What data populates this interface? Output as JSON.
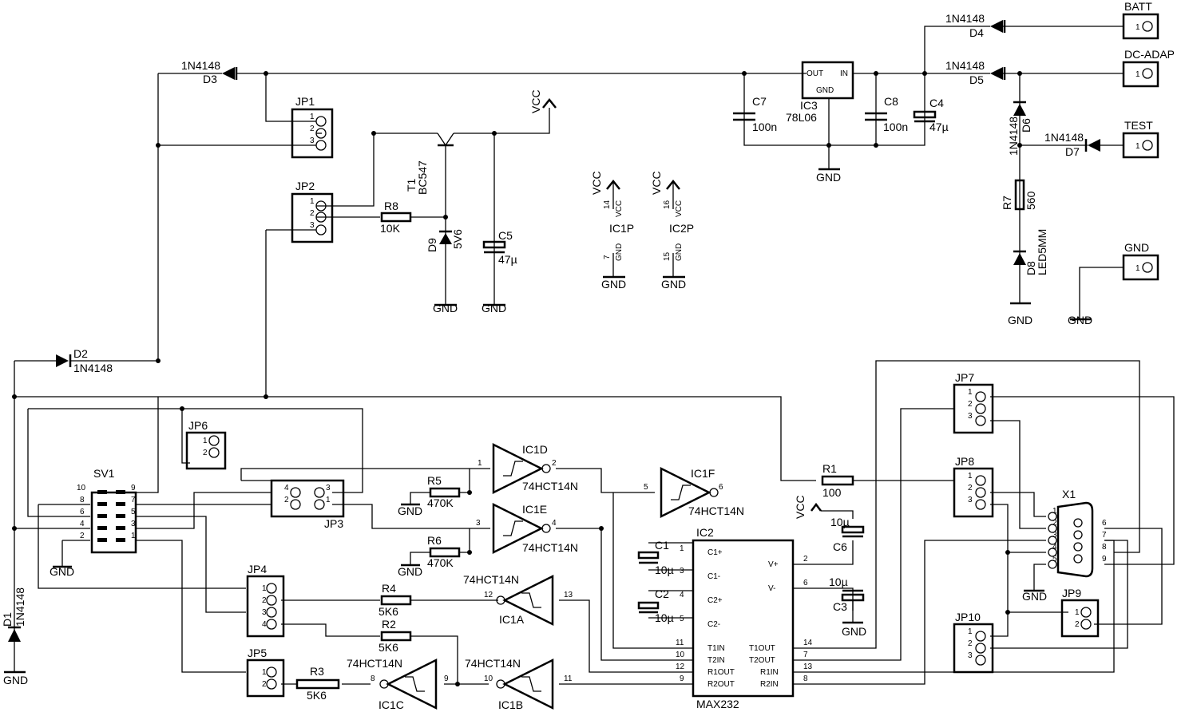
{
  "labels": {
    "d_type": "1N4148",
    "d3_type": "1N4148",
    "d1": "D1",
    "d2": "D2",
    "d3": "D3",
    "d4": "D4",
    "d5": "D5",
    "d6": "D6",
    "d7": "D7",
    "d8": "D8",
    "d8_type": "LED5MM",
    "d9": "D9",
    "d9_val": "5V6",
    "jp1": "JP1",
    "jp2": "JP2",
    "jp3": "JP3",
    "jp4": "JP4",
    "jp5": "JP5",
    "jp6": "JP6",
    "jp7": "JP7",
    "jp8": "JP8",
    "jp9": "JP9",
    "jp10": "JP10",
    "r1": "R1",
    "r1_val": "100",
    "r2": "R2",
    "r3": "R3",
    "r4": "R4",
    "r5": "R5",
    "r6": "R6",
    "r7": "R7",
    "r7_val": "560",
    "r8": "R8",
    "r8_val": "10K",
    "r_5k6": "5K6",
    "r_470k": "470K",
    "t1": "T1",
    "t1_type": "BC547",
    "c1": "C1",
    "c2": "C2",
    "c3": "C3",
    "c4": "C4",
    "c5": "C5",
    "c6": "C6",
    "c7": "C7",
    "c8": "C8",
    "c_100n": "100n",
    "c_47u": "47µ",
    "c5_val": "47µ",
    "c_10u": "10µ",
    "ic1a": "IC1A",
    "ic1b": "IC1B",
    "ic1c": "IC1C",
    "ic1d": "IC1D",
    "ic1e": "IC1E",
    "ic1f": "IC1F",
    "ic1p": "IC1P",
    "ic2p": "IC2P",
    "ic2": "IC2",
    "max232": "MAX232",
    "ic3": "IC3",
    "ic3_type": "78L06",
    "hct14": "74HCT14N",
    "sv1": "SV1",
    "x1": "X1",
    "vcc": "VCC",
    "gnd": "GND",
    "out": "OUT",
    "in": "IN",
    "batt": "BATT",
    "dc_adap": "DC-ADAP",
    "test": "TEST",
    "c1p": "C1+",
    "c1m": "C1-",
    "c2p": "C2+",
    "c2m": "C2-",
    "vp": "V+",
    "vm": "V-",
    "t1in": "T1IN",
    "t2in": "T2IN",
    "r1out": "R1OUT",
    "r2out": "R2OUT",
    "t1out": "T1OUT",
    "t2out": "T2OUT",
    "r1in": "R1IN",
    "r2in": "R2IN",
    "p1": "1",
    "p2": "2",
    "p3": "3",
    "p4": "4",
    "p5": "5",
    "p6": "6",
    "p7": "7",
    "p8": "8",
    "p9": "9",
    "p10": "10",
    "p11": "11",
    "p12": "12",
    "p13": "13",
    "p14": "14",
    "p15": "15",
    "p16": "16"
  }
}
